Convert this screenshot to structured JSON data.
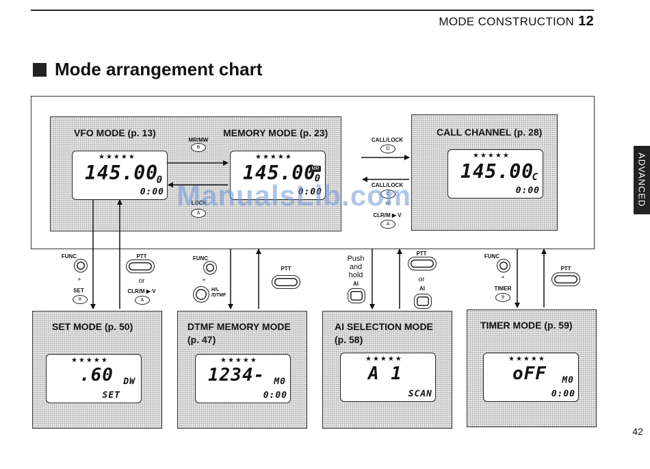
{
  "header": {
    "chapter_title": "MODE CONSTRUCTION",
    "chapter_number": "12"
  },
  "title": "Mode arrangement chart",
  "side_tab": "ADVANCED",
  "page_number": "42",
  "watermark": "ManualsLib.com",
  "modes": {
    "vfo": {
      "label": "VFO MODE (p. 13)",
      "freq": "145.00",
      "right_top": "0",
      "right_bottom": "0:00",
      "stars": "★★★★★"
    },
    "memory": {
      "label": "MEMORY MODE (p. 23)",
      "freq": "145.00",
      "badge": "MR",
      "right_top": "0",
      "right_bottom": "0:00",
      "stars": "★★★★★"
    },
    "call": {
      "label": "CALL CHANNEL (p. 28)",
      "freq": "145.00",
      "right_top": "C",
      "right_bottom": "0:00",
      "stars": "★★★★★"
    },
    "set": {
      "label": "SET MODE (p. 50)",
      "value": ".60",
      "right_top": "DW",
      "right_bottom": "SET",
      "stars": "★★★★★"
    },
    "dtmf": {
      "label_line1": "DTMF MEMORY MODE",
      "label_line2": "(p. 47)",
      "value": "1234-",
      "right_top": "M0",
      "right_bottom": "0:00",
      "stars": "★★★★★"
    },
    "ai": {
      "label_line1": "AI SELECTION MODE",
      "label_line2": "(p. 58)",
      "value": "A 1",
      "right_bottom": "SCAN",
      "stars": "★★★★★"
    },
    "timer": {
      "label": "TIMER MODE (p. 59)",
      "value": "oFF",
      "right_top": "M0",
      "right_bottom": "0:00",
      "stars": "★★★★★"
    }
  },
  "keys": {
    "mrmw": {
      "label": "MR/MW",
      "key": "B"
    },
    "lock_left": {
      "label": "LOCK",
      "key": "A"
    },
    "call_lock": {
      "label": "CALL/LOCK",
      "key": "D"
    },
    "call_lock2": {
      "label": "CALL/LOCK",
      "key": "C"
    },
    "or_mid": "or",
    "clr_top": {
      "label": "CLR/M ▶ V",
      "key": "A"
    },
    "func1": "FUNC",
    "plus1": "+",
    "set_key": {
      "label": "SET",
      "key": "8"
    },
    "ptt1": "PTT",
    "or1": "or",
    "clr1": {
      "label": "CLR/M ▶ V",
      "key": "A"
    },
    "func2": "FUNC",
    "plus2": "+",
    "hl_dtmf": "H/L\n/DTMF",
    "ptt2": "PTT",
    "push_hold": "Push\nand\nhold",
    "ai1": "AI",
    "ptt3": "PTT",
    "or3": "or",
    "ai2": "AI",
    "func3": "FUNC",
    "plus3": "+",
    "timer_key": {
      "label": "TIMER",
      "key": "9"
    },
    "ptt4": "PTT"
  }
}
